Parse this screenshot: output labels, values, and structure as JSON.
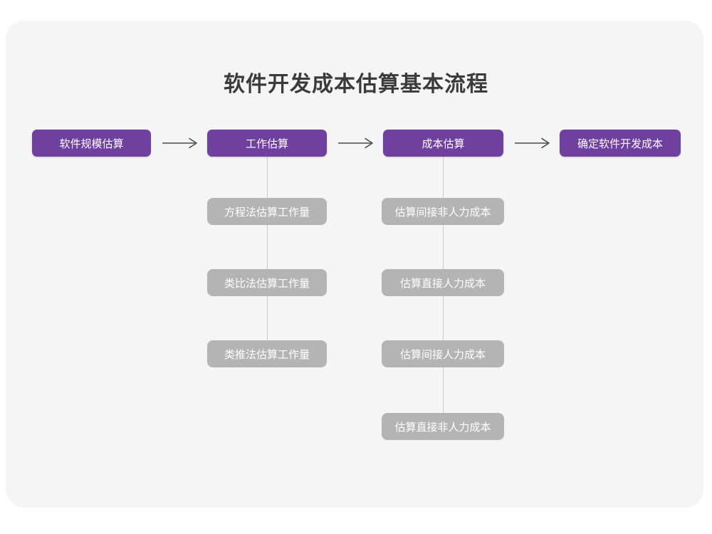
{
  "title": "软件开发成本估算基本流程",
  "theme": {
    "page_background": "#ffffff",
    "card_background": "#f5f5f6",
    "primary_node_color": "#70409f",
    "secondary_node_color": "#b4b4b4",
    "node_text_color": "#ffffff",
    "title_color": "#3b3b3b",
    "connector_color": "#c9c9c9",
    "arrow_color": "#4a4a4a"
  },
  "chart_data": {
    "type": "diagram",
    "title": "软件开发成本估算基本流程",
    "orientation": "left-to-right main flow with vertical sub-step branches"
  },
  "flow": {
    "main_steps": [
      {
        "id": "step-1",
        "label": "软件规模估算"
      },
      {
        "id": "step-2",
        "label": "工作估算"
      },
      {
        "id": "step-3",
        "label": "成本估算"
      },
      {
        "id": "step-4",
        "label": "确定软件开发成本"
      }
    ],
    "arrows": [
      {
        "id": "arrow-1",
        "glyph": "arrow-right-icon",
        "from": "step-1",
        "to": "step-2"
      },
      {
        "id": "arrow-2",
        "glyph": "arrow-right-icon",
        "from": "step-2",
        "to": "step-3"
      },
      {
        "id": "arrow-3",
        "glyph": "arrow-right-icon",
        "from": "step-3",
        "to": "step-4"
      }
    ],
    "branch_work_estimation": {
      "parent": "工作估算",
      "items": [
        {
          "id": "work-1",
          "label": "方程法估算工作量"
        },
        {
          "id": "work-2",
          "label": "类比法估算工作量"
        },
        {
          "id": "work-3",
          "label": "类推法估算工作量"
        }
      ]
    },
    "branch_cost_estimation": {
      "parent": "成本估算",
      "items": [
        {
          "id": "cost-1",
          "label": "估算间接非人力成本"
        },
        {
          "id": "cost-2",
          "label": "估算直接人力成本"
        },
        {
          "id": "cost-3",
          "label": "估算间接人力成本"
        },
        {
          "id": "cost-4",
          "label": "估算直接非人力成本"
        }
      ]
    }
  }
}
